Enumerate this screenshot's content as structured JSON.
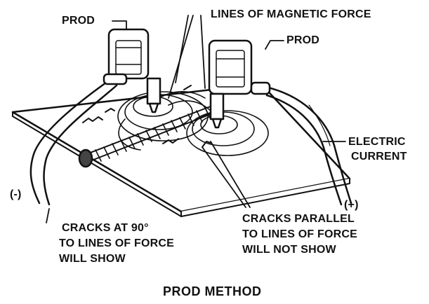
{
  "labels": {
    "prod_left": "PROD",
    "prod_right": "PROD",
    "lines_of_force": "LINES OF MAGNETIC FORCE",
    "electric": "ELECTRIC",
    "current": "CURRENT",
    "negative": "(-)",
    "positive": "(+)",
    "cracks_90": [
      "CRACKS AT 90°",
      "TO LINES OF FORCE",
      "WILL SHOW"
    ],
    "cracks_parallel": [
      "CRACKS PARALLEL",
      "TO LINES OF FORCE",
      "WILL NOT SHOW"
    ],
    "title": "PROD METHOD"
  },
  "colors": {
    "ink": "#111111",
    "paper": "#ffffff"
  }
}
